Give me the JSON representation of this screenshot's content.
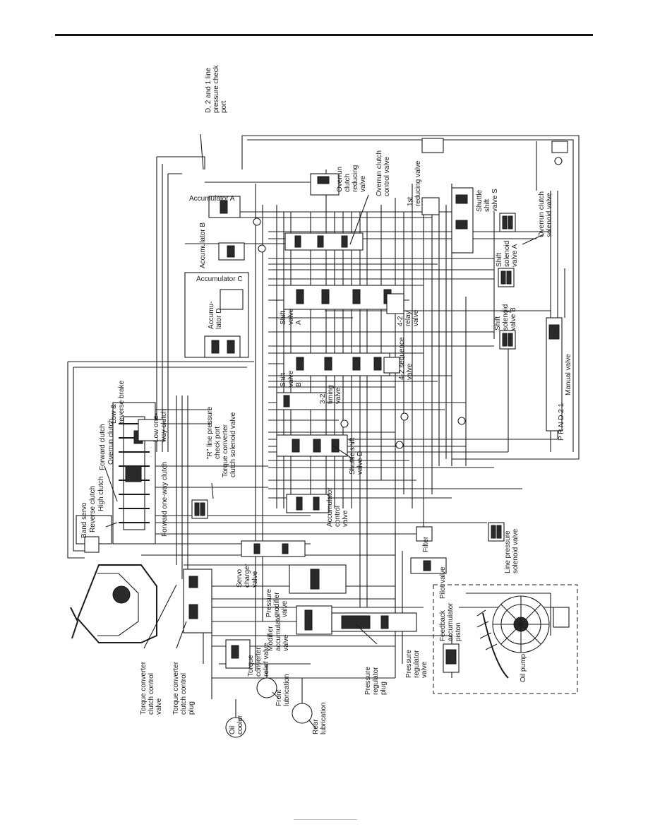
{
  "labels": {
    "d2_check_port": [
      "D, 2 and 1 line",
      "pressure check",
      "port"
    ],
    "accumulator_a": "Accumulator  A",
    "accumulator_b": "Accumulator  B",
    "accumulator_c": "Accumulator  C",
    "accumulator_d": [
      "Accumu-",
      "lator  D"
    ],
    "overrun_clutch_reducing_valve": [
      "Overrun",
      "clutch",
      "reducing",
      "valve"
    ],
    "overrun_clutch_control_valve": [
      "Overrun clutch",
      "control valve"
    ],
    "first_reducing_valve": [
      "1st",
      "reducing valve"
    ],
    "shuttle_shift_valve_s": [
      "Shuttle",
      "shift",
      "valve  S"
    ],
    "overrun_clutch_solenoid_valve": [
      "Overrun clutch",
      "solenoid valve"
    ],
    "shift_solenoid_valve_a": [
      "Shift",
      "solenoid",
      "valve  A"
    ],
    "shift_solenoid_valve_b": [
      "Shift",
      "solenoid",
      "valve  B"
    ],
    "shift_valve_a": [
      "Shift",
      "valve",
      "A"
    ],
    "shift_valve_b": [
      "Shift",
      "valve",
      "B"
    ],
    "relay_valve_4_2": [
      "4-2",
      "relay",
      "valve"
    ],
    "sequence_valve_4_2": [
      "4-2 sequence",
      "valve"
    ],
    "timing_valve_3_2": [
      "3-2",
      "timing",
      "valve"
    ],
    "manual_valve": "Manual valve",
    "prnd21": "P R N D 2 1",
    "band_servo": "Band servo",
    "reverse_clutch": "Reverse clutch",
    "high_clutch": "High clutch",
    "forward_clutch": "Forward clutch",
    "overrun_clutch": "Overrun clutch",
    "low_reverse_brake": [
      "Low &",
      "reverse brake"
    ],
    "low_one_way_clutch": [
      "Low one-",
      "way clutch"
    ],
    "forward_one_way_clutch": "Forward one-way clutch",
    "r_line_pressure_check_port": [
      "\"R\" line pressure",
      "check port"
    ],
    "torque_converter_clutch_solenoid_valve": [
      "Torque converter",
      "clutch solenoid valve"
    ],
    "shuttle_shift_valve_d": [
      "Shuttle shift",
      "valve  D"
    ],
    "accumulator_control_valve": [
      "Accumulator",
      "control",
      "valve"
    ],
    "line_pressure_solenoid_valve": [
      "Line pressure",
      "solenoid valve"
    ],
    "filter": "Filter",
    "pilot_valve": "Pilot valve",
    "servo_charger_valve": [
      "Servo",
      "charger",
      "valve"
    ],
    "pressure_modifier_valve": [
      "Pressure",
      "modifier",
      "valve"
    ],
    "modifier_accumulator_valve": [
      "Modifier",
      "accumulator",
      "valve"
    ],
    "pressure_regulator_plug": [
      "Pressure",
      "regulator",
      "plug"
    ],
    "pressure_regulator_valve": [
      "Pressure",
      "regulator",
      "valve"
    ],
    "feedback_accumulator_piston": [
      "Feedback",
      "accumulator",
      "piston"
    ],
    "oil_pump": "Oil pump",
    "torque_converter_relief_valve": [
      "Torque",
      "converter",
      "relief valve"
    ],
    "torque_converter_clutch_control_valve": [
      "Torque converter",
      "clutch control",
      "valve"
    ],
    "torque_converter_clutch_control_plug": [
      "Torque converter",
      "clutch control",
      "plug"
    ],
    "oil_cooler": [
      "Oil",
      "cooler"
    ],
    "front_lubrication": [
      "Front",
      "lubrication"
    ],
    "rear_lubrication": [
      "Rear",
      "lubrication"
    ]
  }
}
